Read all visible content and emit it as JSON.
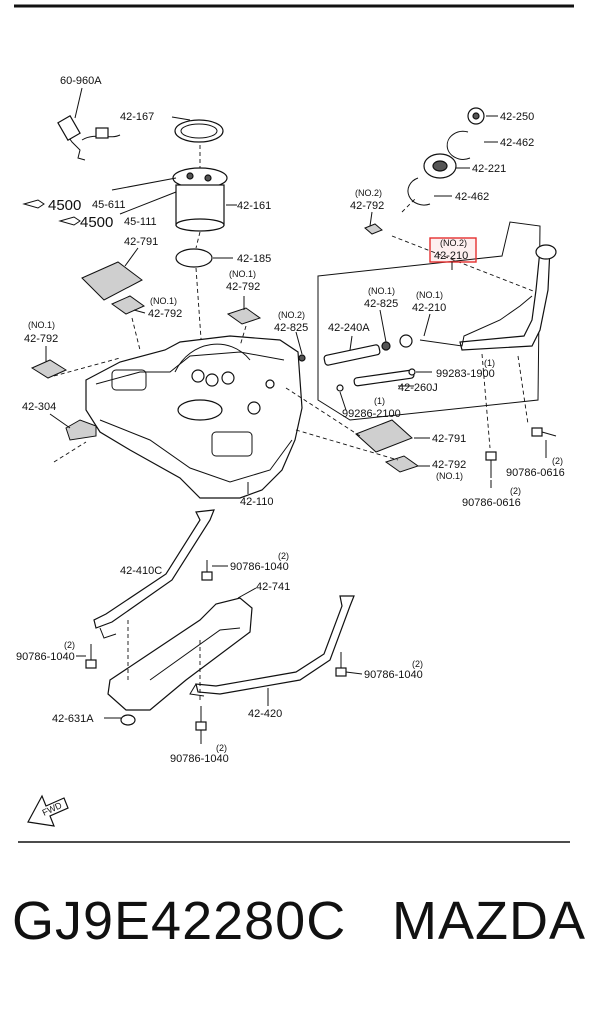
{
  "callouts": {
    "c_60_960A": "60-960A",
    "c_42_167": "42-167",
    "c_4500a": "4500",
    "c_45_611": "45-611",
    "c_4500b": "4500",
    "c_45_111": "45-111",
    "c_42_161": "42-161",
    "c_42_791a": "42-791",
    "c_42_185": "42-185",
    "c_no1_a": "(NO.1)",
    "c_42_792a": "42-792",
    "c_no1_b": "(NO.1)",
    "c_42_792b": "42-792",
    "c_no1_c": "(NO.1)",
    "c_42_792c": "42-792",
    "c_42_304": "42-304",
    "c_no2_a": "(NO.2)",
    "c_42_825a": "42-825",
    "c_no1_d": "(NO.1)",
    "c_42_825b": "42-825",
    "c_42_240A": "42-240A",
    "c_no1_e": "(NO.1)",
    "c_42_210a": "42-210",
    "c_no2_b": "(NO.2)",
    "c_42_210b": "42-210",
    "c_no2_c": "(NO.2)",
    "c_42_792d": "42-792",
    "c_42_250": "42-250",
    "c_42_462a": "42-462",
    "c_42_221": "42-221",
    "c_42_462b": "42-462",
    "c_1a": "(1)",
    "c_99283_1900": "99283-1900",
    "c_42_260J": "42-260J",
    "c_1b": "(1)",
    "c_99286_2100": "99286-2100",
    "c_42_791b": "42-791",
    "c_42_792e": "42-792",
    "c_no1_f": "(NO.1)",
    "c_2a": "(2)",
    "c_90786_0616a": "90786-0616",
    "c_2b": "(2)",
    "c_90786_0616b": "90786-0616",
    "c_42_110": "42-110",
    "c_42_410C": "42-410C",
    "c_2c": "(2)",
    "c_90786_1040a": "90786-1040",
    "c_42_741": "42-741",
    "c_2d": "(2)",
    "c_90786_1040b": "90786-1040",
    "c_2e": "(2)",
    "c_90786_1040c": "90786-1040",
    "c_42_631A": "42-631A",
    "c_42_420": "42-420",
    "c_2f": "(2)",
    "c_90786_1040d": "90786-1040",
    "fwd": "FWD"
  },
  "footer": {
    "part_number": "GJ9E42280C",
    "brand": "MAZDA"
  },
  "colors": {
    "highlight": "#e53030",
    "ink": "#111111"
  }
}
